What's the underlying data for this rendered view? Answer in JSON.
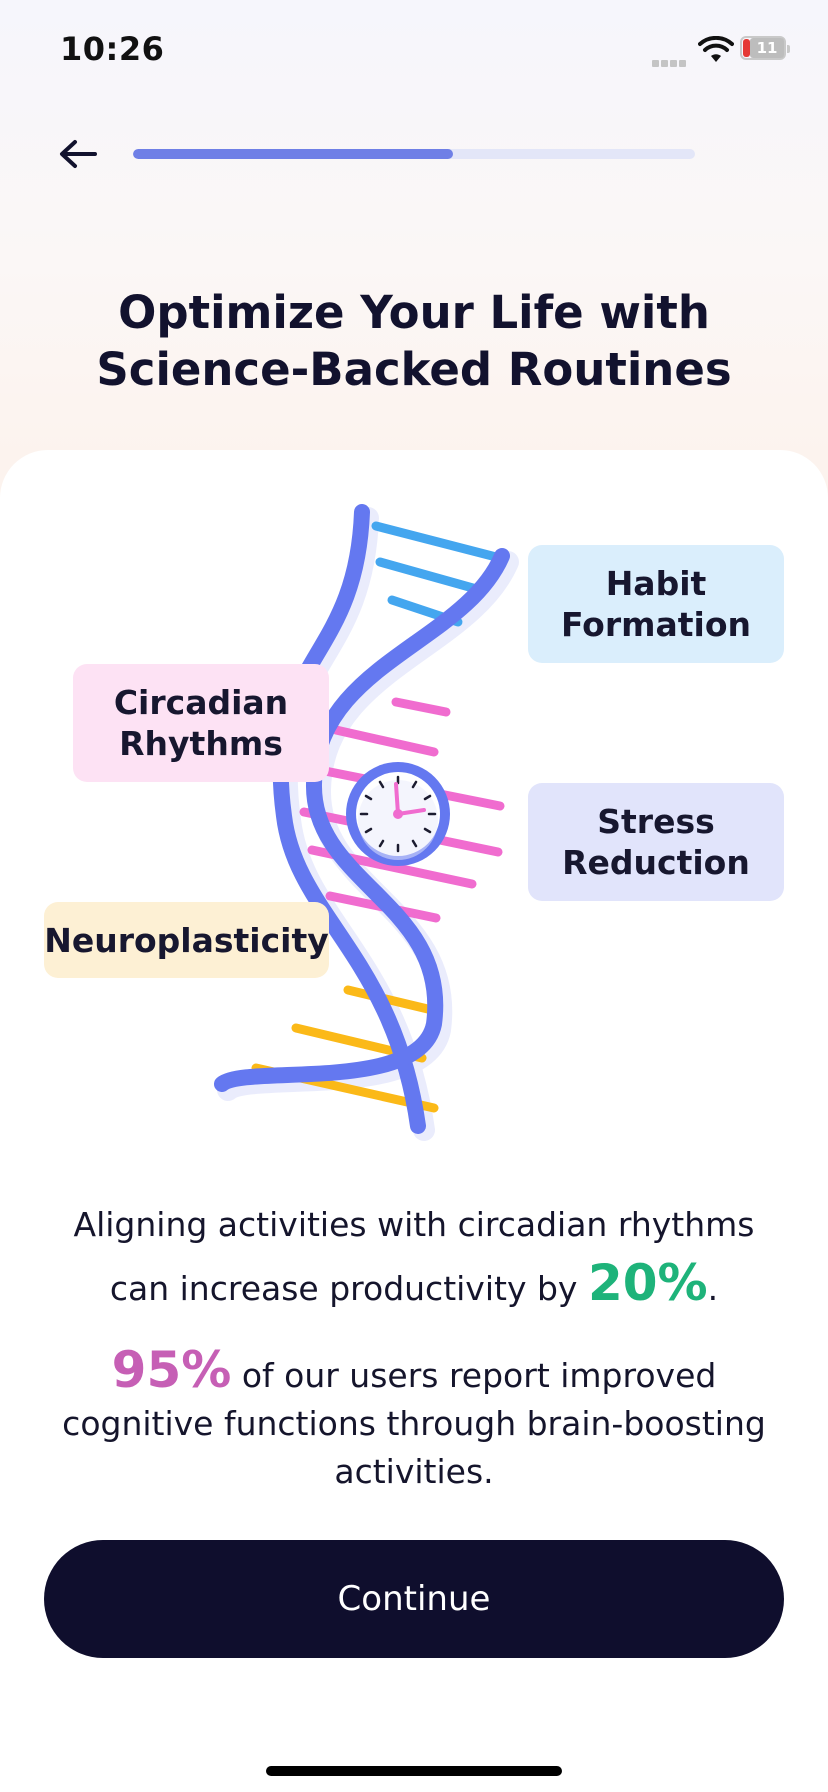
{
  "status_bar": {
    "time": "10:26",
    "battery_level": "11",
    "icons": [
      "signal-icon",
      "wifi-icon",
      "battery-icon"
    ]
  },
  "nav": {
    "back_icon": "arrow-left-icon",
    "progress": 0.57
  },
  "header": {
    "title": "Optimize Your Life with Science-Backed Routines"
  },
  "tags": {
    "habit": "Habit Formation",
    "circadian": "Circadian Rhythms",
    "stress": "Stress Reduction",
    "neuro": "Neuroplasticity"
  },
  "illustration": {
    "icons": [
      "dna-helix-icon",
      "clock-icon"
    ]
  },
  "facts": {
    "fact1_before": "Aligning activities with circadian rhythms can increase productivity by ",
    "fact1_stat": "20%",
    "fact1_after": ".",
    "fact2_stat": "95%",
    "fact2_text": " of our users report improved cognitive functions through brain-boosting activities."
  },
  "actions": {
    "continue_label": "Continue"
  },
  "colors": {
    "accent": "#6f7fe6",
    "button_bg": "#0f0e2d",
    "stat_green": "#1eb37a",
    "stat_purple": "#c65fb5",
    "rung_blue": "#44a6ef",
    "rung_pink": "#f06ccf",
    "rung_yellow": "#fbb918"
  }
}
